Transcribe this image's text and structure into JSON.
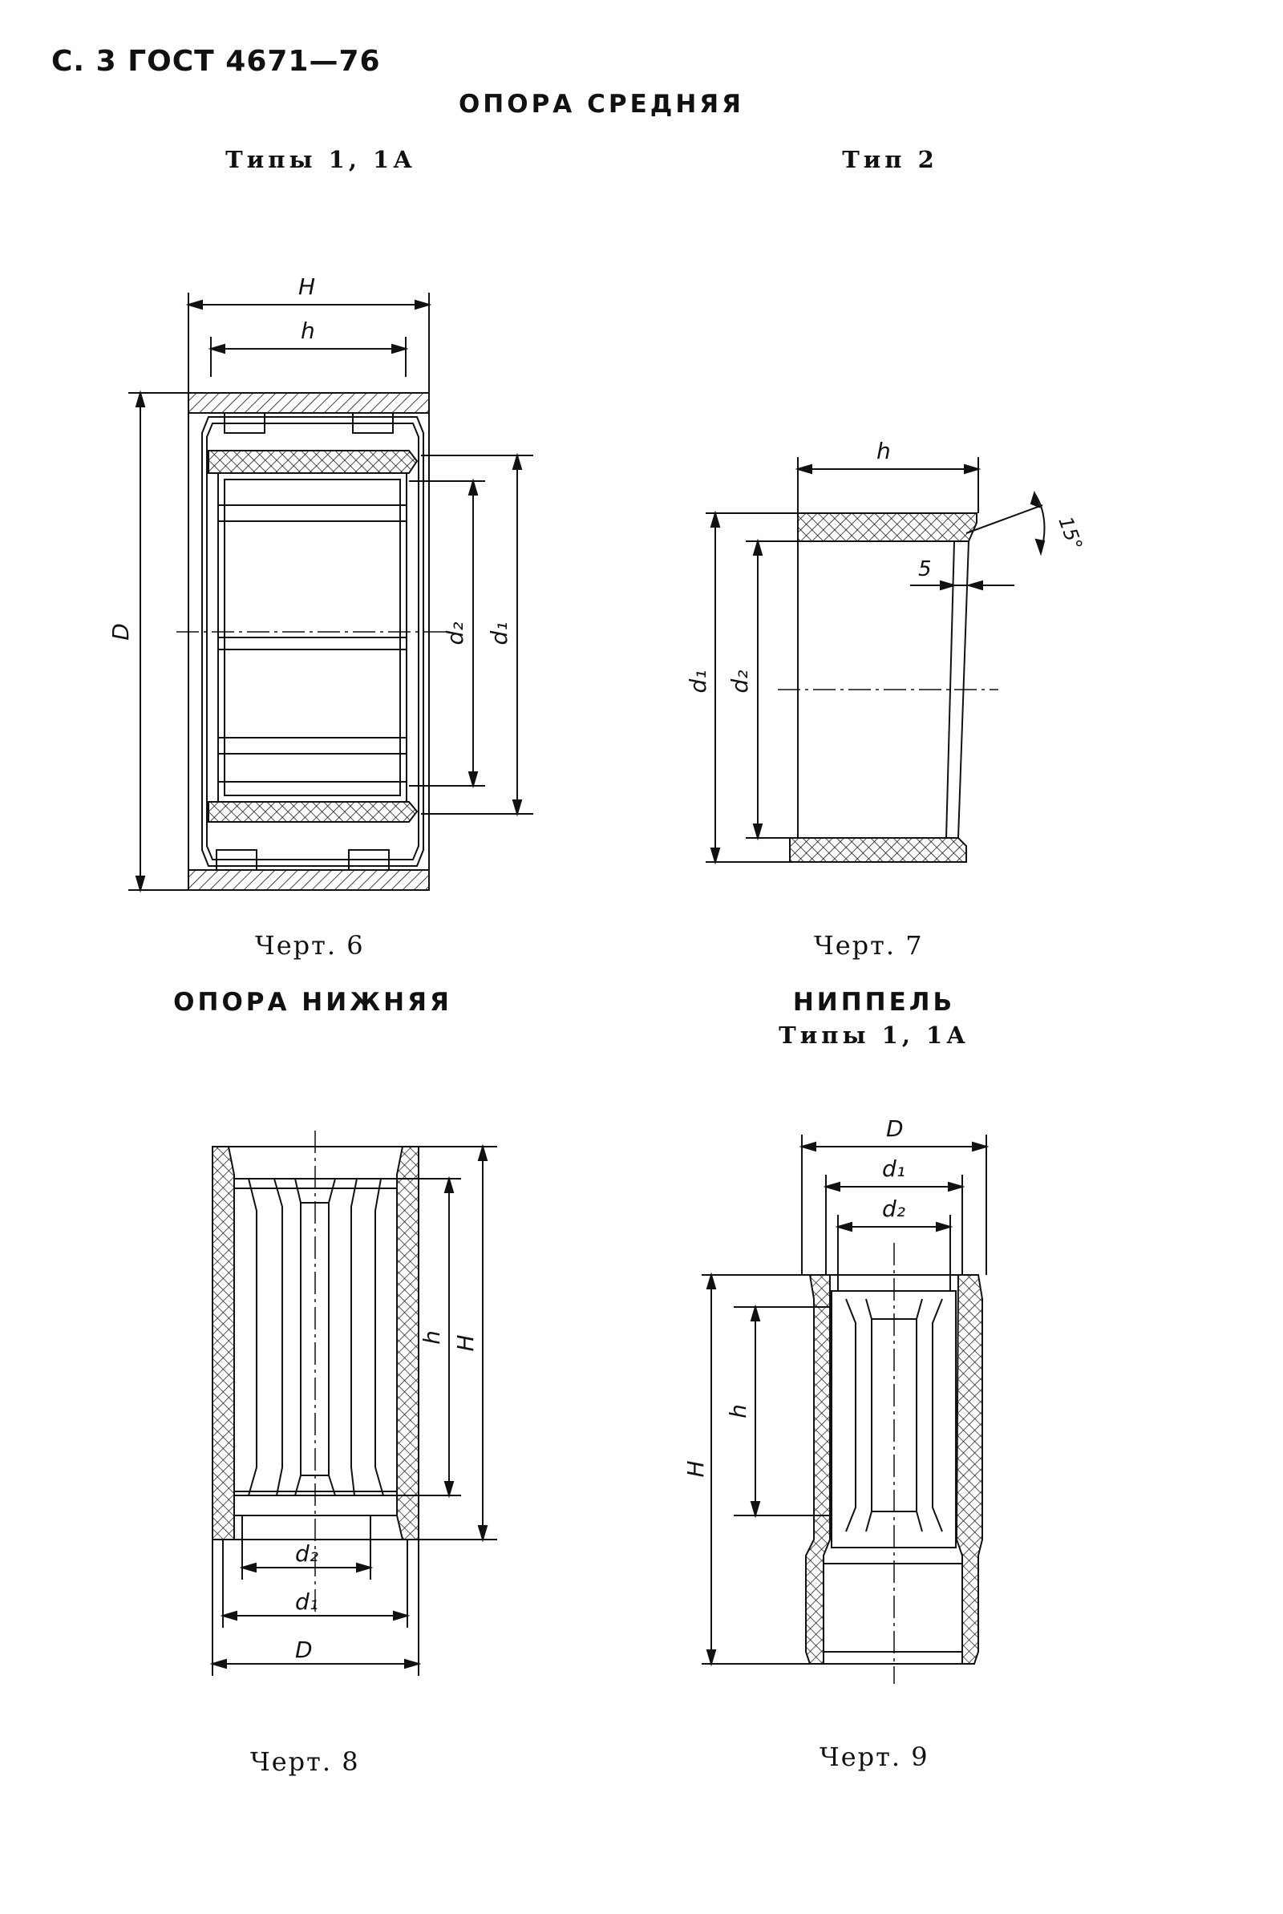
{
  "header": "С. 3 ГОСТ 4671—76",
  "sections": {
    "middle_support": {
      "title": "ОПОРА СРЕДНЯЯ",
      "left_subtitle": "Типы 1, 1А",
      "right_subtitle": "Тип 2"
    },
    "lower_support": {
      "title": "ОПОРА НИЖНЯЯ"
    },
    "nipple": {
      "title": "НИППЕЛЬ",
      "subtitle": "Типы 1, 1А"
    }
  },
  "figures": {
    "fig6": {
      "caption": "Черт. 6",
      "labels": {
        "H": "H",
        "h": "h",
        "D": "D",
        "d2": "d₂",
        "d1": "d₁"
      }
    },
    "fig7": {
      "caption": "Черт. 7",
      "labels": {
        "h": "h",
        "s": "5",
        "angle": "15°",
        "d1": "d₁",
        "d2": "d₂"
      }
    },
    "fig8": {
      "caption": "Черт. 8",
      "labels": {
        "h": "h",
        "H": "H",
        "d2": "d₂",
        "d1": "d₁",
        "D": "D"
      }
    },
    "fig9": {
      "caption": "Черт. 9",
      "labels": {
        "D": "D",
        "d1": "d₁",
        "d2": "d₂",
        "H": "H",
        "h": "h"
      }
    }
  }
}
